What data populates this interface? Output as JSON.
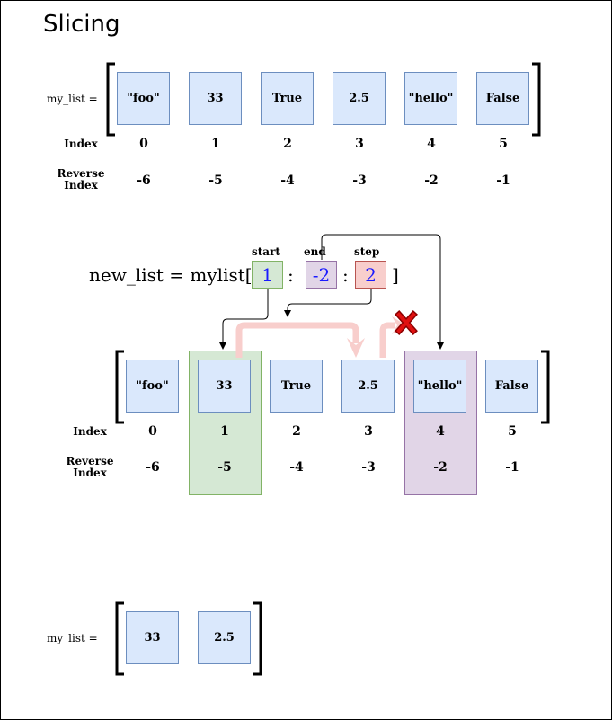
{
  "title": "Slicing",
  "top_row": {
    "var_label": "my_list =",
    "items": [
      "\"foo\"",
      "33",
      "True",
      "2.5",
      "\"hello\"",
      "False"
    ],
    "index_label": "Index",
    "indices": [
      "0",
      "1",
      "2",
      "3",
      "4",
      "5"
    ],
    "reverse_label_1": "Reverse",
    "reverse_label_2": "Index",
    "reverse_indices": [
      "-6",
      "-5",
      "-4",
      "-3",
      "-2",
      "-1"
    ]
  },
  "expression": {
    "prefix": "new_list = mylist[",
    "start_label": "start",
    "start_value": "1",
    "sep1": ":",
    "end_label": "end",
    "end_value": "-2",
    "sep2": ":",
    "step_label": "step",
    "step_value": "2",
    "suffix": "]"
  },
  "mid_row": {
    "items": [
      "\"foo\"",
      "33",
      "True",
      "2.5",
      "\"hello\"",
      "False"
    ],
    "index_label": "Index",
    "indices": [
      "0",
      "1",
      "2",
      "3",
      "4",
      "5"
    ],
    "reverse_label_1": "Reverse",
    "reverse_label_2": "Index",
    "reverse_indices": [
      "-6",
      "-5",
      "-4",
      "-3",
      "-2",
      "-1"
    ]
  },
  "result_row": {
    "var_label": "my_list =",
    "items": [
      "33",
      "2.5"
    ]
  },
  "colors": {
    "cell_fill": "#dae8fc",
    "cell_border": "#6c8ebf",
    "start_fill": "#d5e8d4",
    "start_border": "#82b366",
    "end_fill": "#e1d5e7",
    "end_border": "#9673a6",
    "step_fill": "#f8cecc",
    "step_border": "#b85450",
    "step_arrow": "#f8cecc",
    "stop_mark": "#e01010"
  },
  "icons": {
    "stop": "x-icon"
  }
}
